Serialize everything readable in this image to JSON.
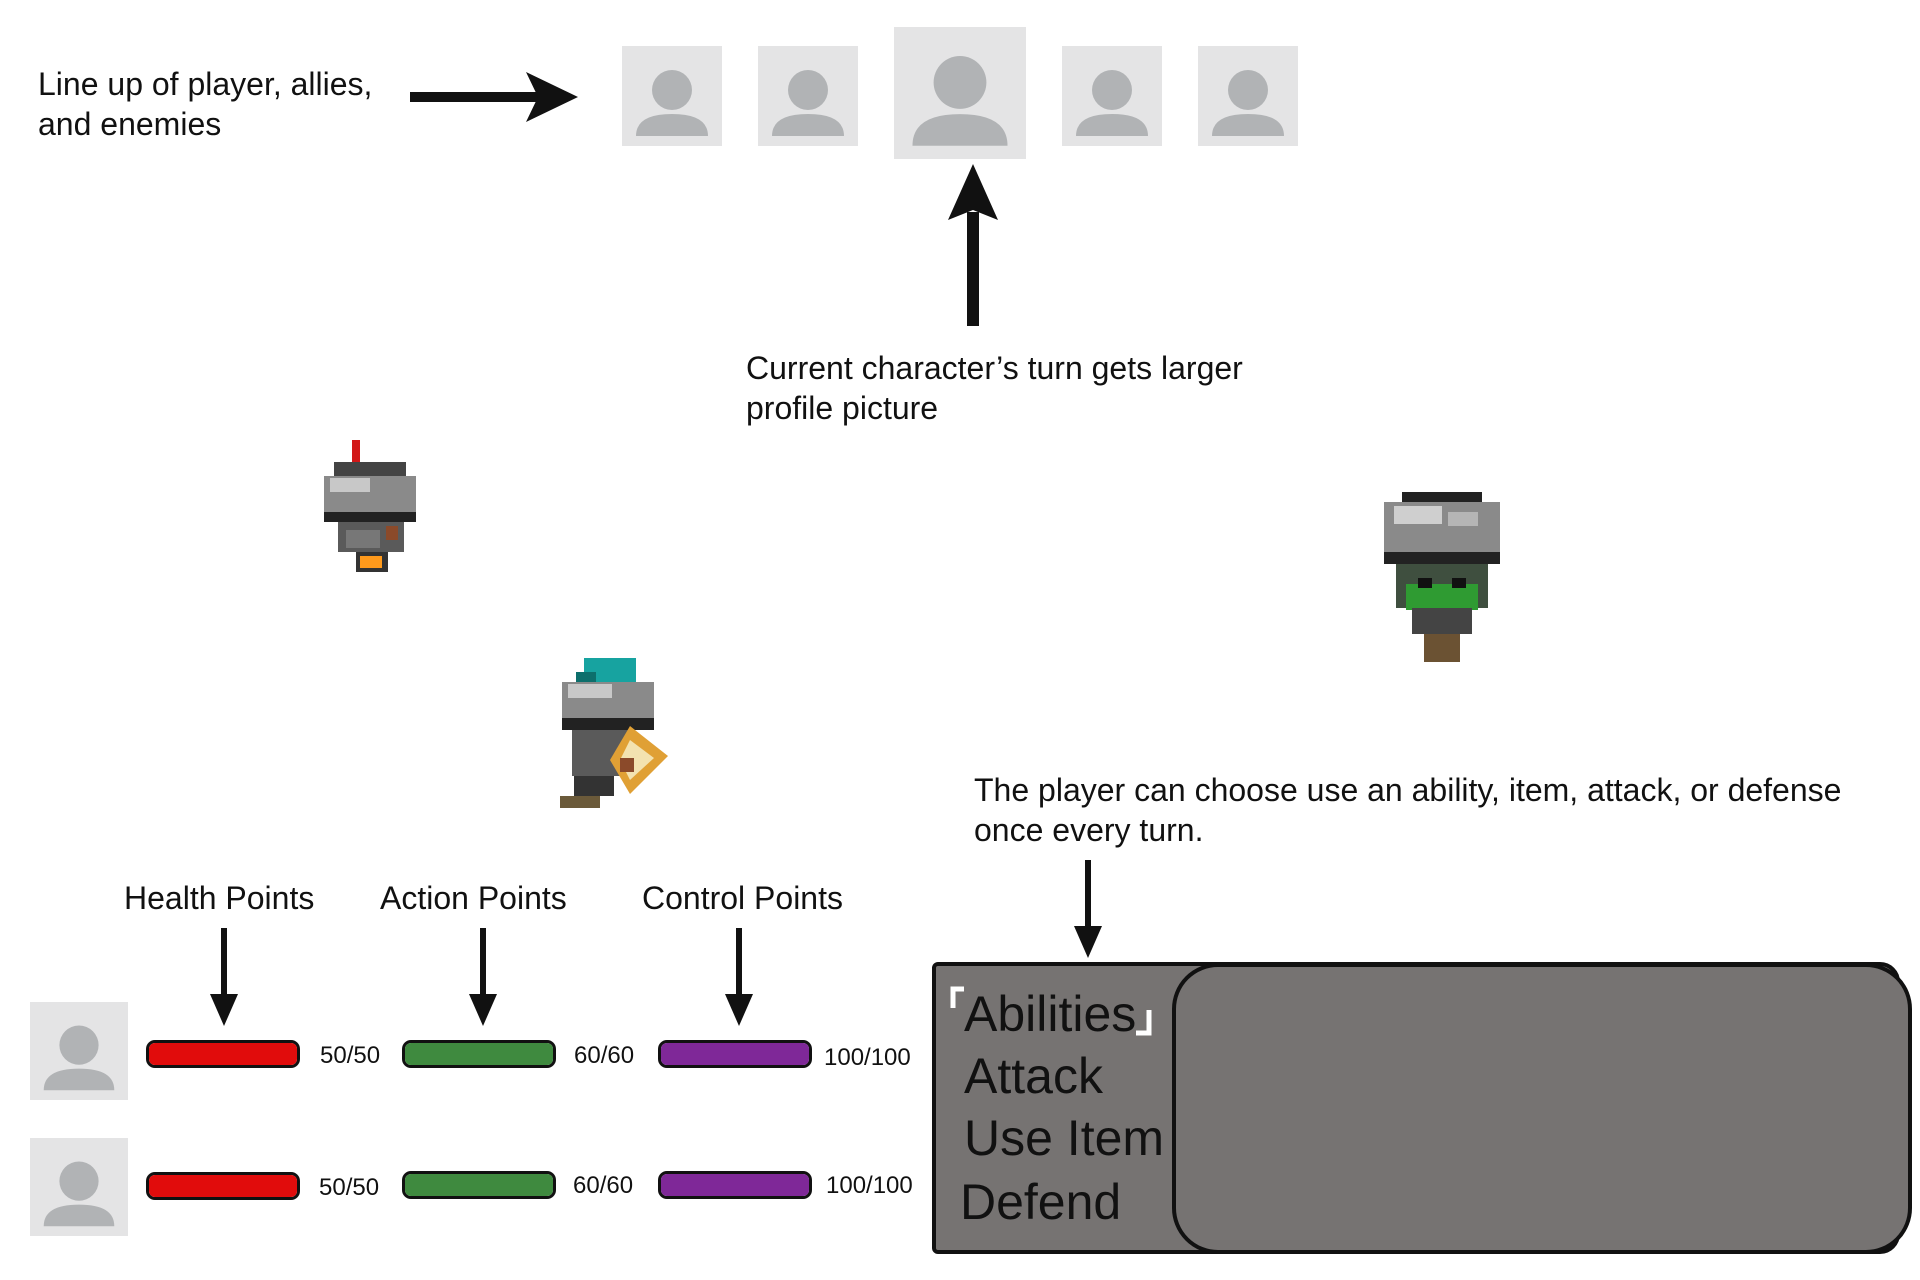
{
  "annotations": {
    "lineup": "Line up of player, allies,\nand enemies",
    "current_turn": "Current character’s turn gets larger\nprofile picture",
    "choose_action": "The player can choose use an ability, item, attack, or defense\nonce every turn."
  },
  "turn_order": {
    "portraits": [
      "avatar-placeholder",
      "avatar-placeholder",
      "avatar-placeholder-current",
      "avatar-placeholder",
      "avatar-placeholder"
    ],
    "current_index": 2
  },
  "stat_headers": {
    "health": "Health Points",
    "action": "Action Points",
    "control": "Control Points"
  },
  "party": [
    {
      "hp": "50/50",
      "ap": "60/60",
      "cp": "100/100",
      "hp_fill": 1,
      "ap_fill": 1,
      "cp_fill": 1
    },
    {
      "hp": "50/50",
      "ap": "60/60",
      "cp": "100/100",
      "hp_fill": 1,
      "ap_fill": 1,
      "cp_fill": 1
    }
  ],
  "colors": {
    "hp": "#e10c0c",
    "ap": "#3f8a3f",
    "cp": "#7f2898",
    "avatar_bg": "#e4e4e5",
    "avatar_fg": "#b1b3b5",
    "menu_bg": "#767372"
  },
  "menu": {
    "items": [
      "Abilities",
      "Attack",
      "Use Item",
      "Defend"
    ],
    "selected": "Abilities"
  }
}
